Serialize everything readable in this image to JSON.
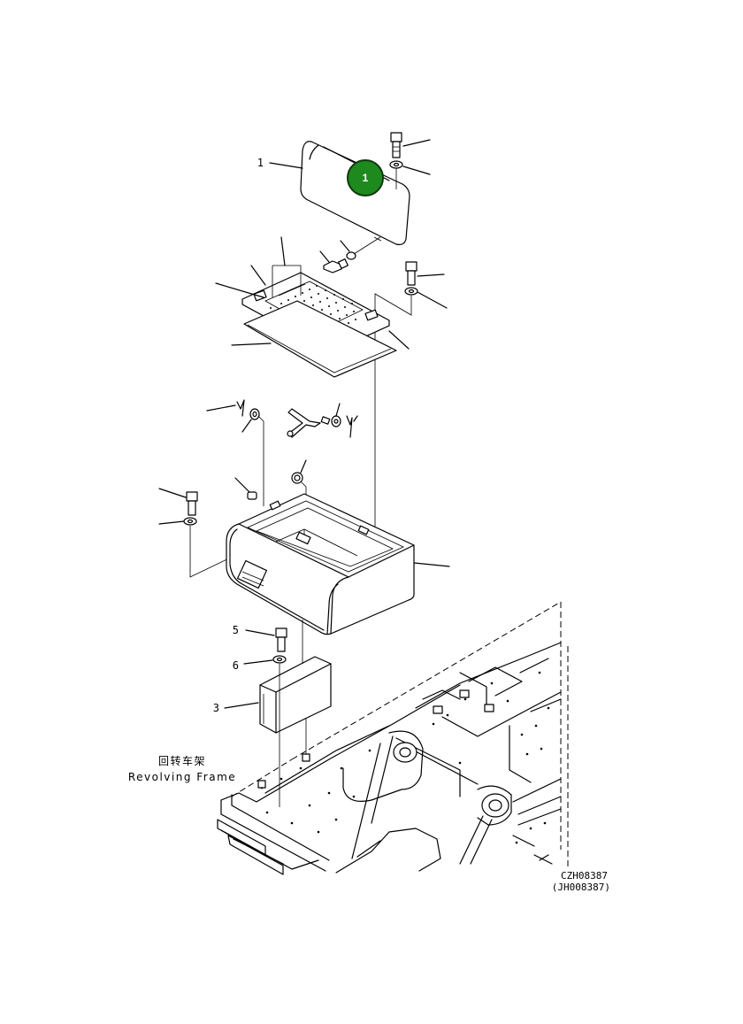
{
  "callouts": {
    "c1": "1",
    "c3": "3",
    "c5": "5",
    "c6": "6"
  },
  "marker": {
    "label": "1",
    "color": "#1e8a1e"
  },
  "frame_caption": {
    "chinese": "回转车架",
    "english": "Revolving Frame"
  },
  "drawing_codes": {
    "primary": "CZH08387",
    "secondary": "(JH008387)"
  }
}
